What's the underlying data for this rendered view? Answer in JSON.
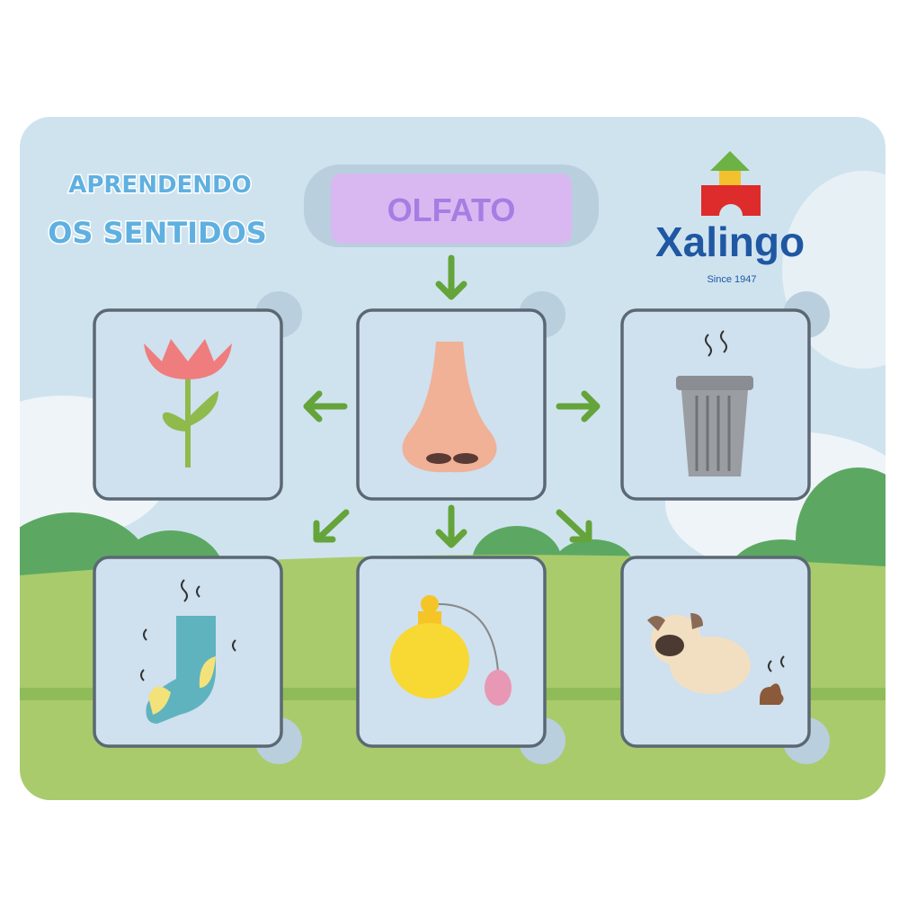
{
  "title": {
    "line1": "APRENDENDO",
    "line2": "OS SENTIDOS"
  },
  "sense_label": "OLFATO",
  "brand": {
    "name": "Xalingo",
    "tagline": "Since 1947"
  },
  "tiles": [
    {
      "name": "flower"
    },
    {
      "name": "nose"
    },
    {
      "name": "trash-can"
    },
    {
      "name": "smelly-sock"
    },
    {
      "name": "perfume"
    },
    {
      "name": "dog-poop"
    }
  ],
  "colors": {
    "sky": "#cfe3ef",
    "grass": "#a9cb6c",
    "hills": "#5ca862",
    "label": "#d9b8f2",
    "label_text": "#a67de2",
    "arrow": "#64a43a",
    "brand": "#1f57a3"
  }
}
